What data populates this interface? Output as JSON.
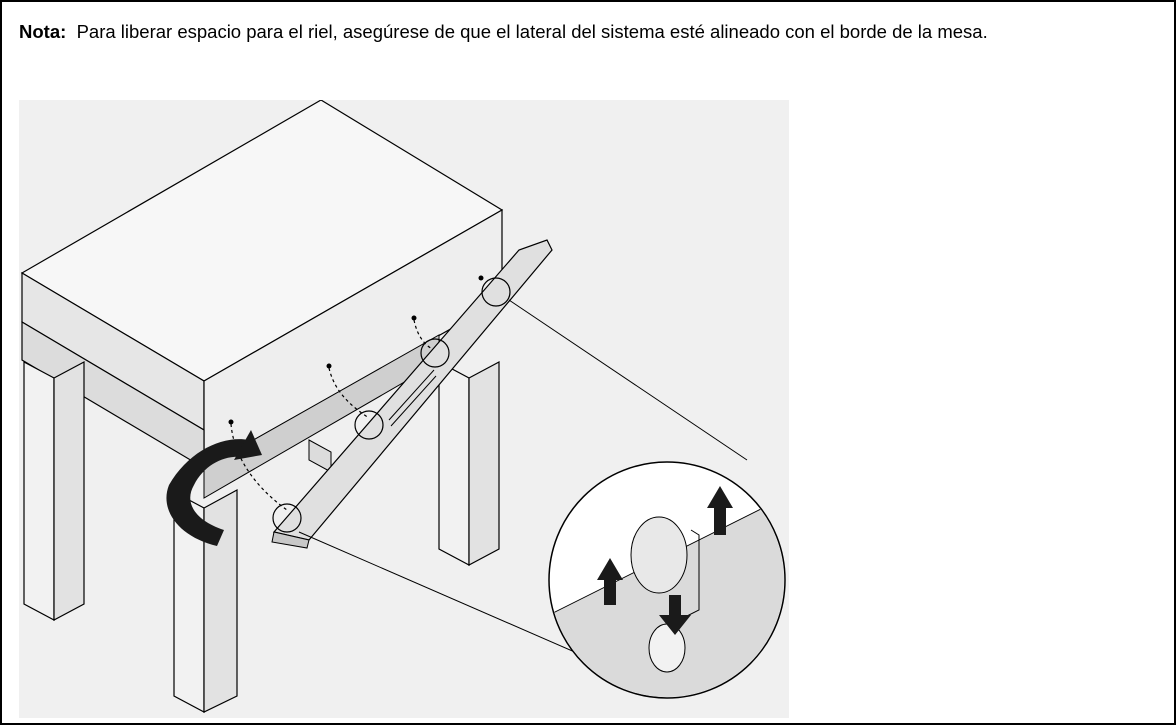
{
  "note": {
    "label": "Nota:",
    "text": "Para liberar espacio para el riel, asegúrese de que el lateral del sistema esté alineado con el borde de la mesa."
  },
  "figure": {
    "description_icon": "rail-installation-illustration",
    "colors": {
      "line": "#000000",
      "shade_light": "#f2f2f2",
      "shade_mid": "#dcdcdc",
      "shade_dark": "#b5b5b5",
      "arrow": "#1a1a1a",
      "background_gray": "#f0f0f0"
    }
  }
}
